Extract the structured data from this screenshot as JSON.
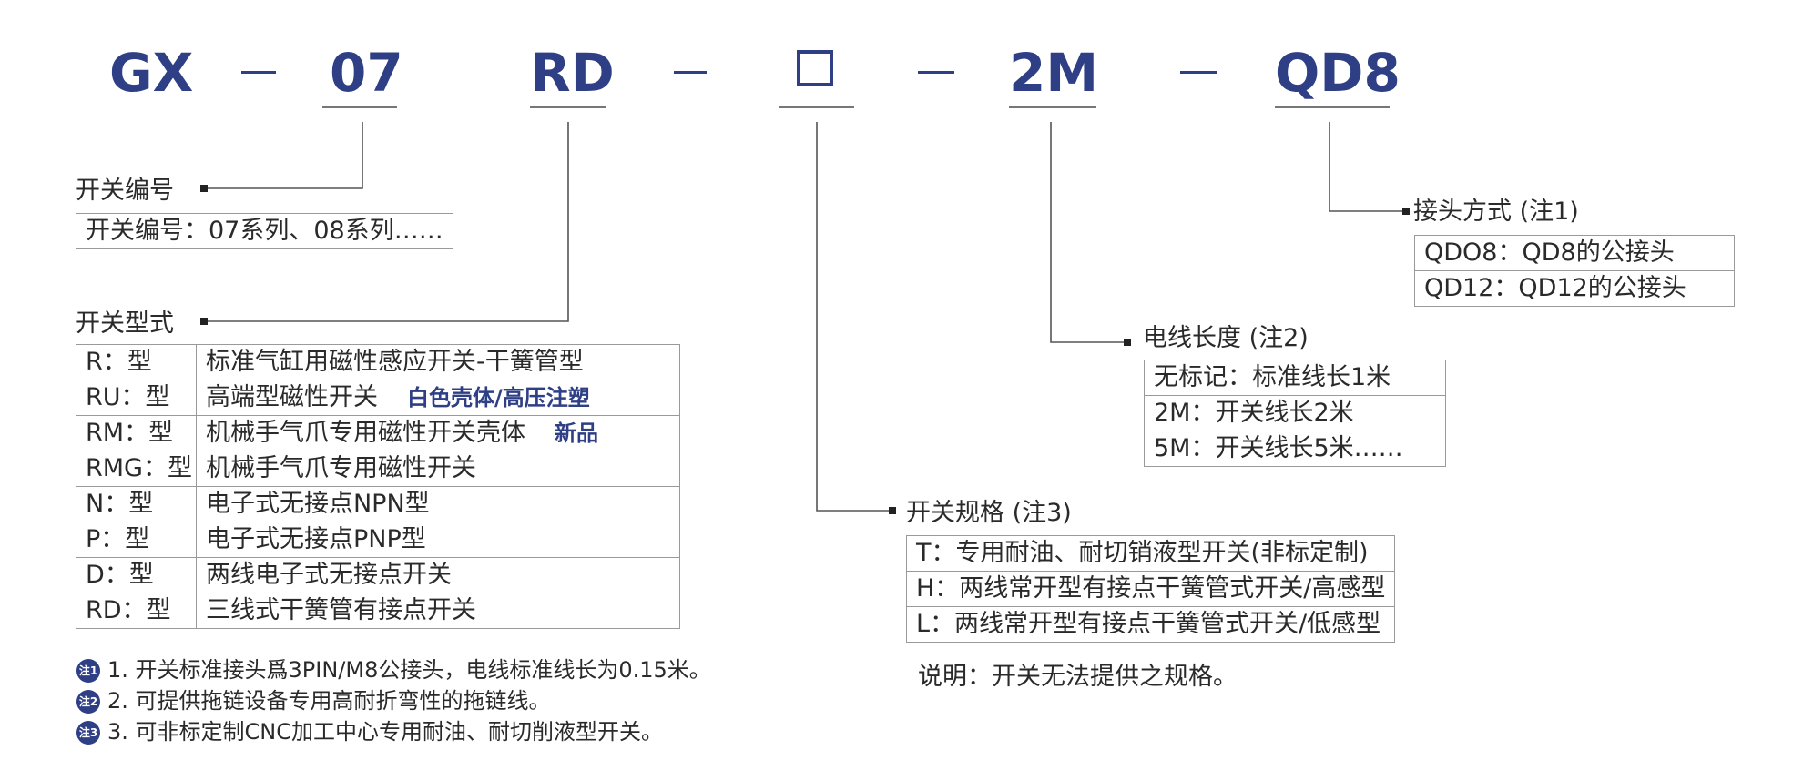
{
  "model_code": {
    "prefix": "GX",
    "series": "07",
    "type": "RD",
    "spec_placeholder": "□",
    "wire": "2M",
    "connector": "QD8",
    "separator": "—"
  },
  "switch_number": {
    "title": "开关编号",
    "desc": "开关编号：07系列、08系列……"
  },
  "switch_type": {
    "title": "开关型式",
    "rows": [
      {
        "key": "R：型",
        "value": "标准气缸用磁性感应开关-干簧管型",
        "tag": ""
      },
      {
        "key": "RU：型",
        "value": "高端型磁性开关",
        "tag": "白色壳体/高压注塑"
      },
      {
        "key": "RM：型",
        "value": "机械手气爪专用磁性开关壳体",
        "tag": "新品"
      },
      {
        "key": "RMG：型",
        "value": "机械手气爪专用磁性开关",
        "tag": ""
      },
      {
        "key": "N：型",
        "value": "电子式无接点NPN型",
        "tag": ""
      },
      {
        "key": "P：型",
        "value": "电子式无接点PNP型",
        "tag": ""
      },
      {
        "key": "D：型",
        "value": "两线电子式无接点开关",
        "tag": ""
      },
      {
        "key": "RD：型",
        "value": "三线式干簧管有接点开关",
        "tag": ""
      }
    ]
  },
  "switch_spec": {
    "title": "开关规格 (注3)",
    "rows": [
      "T：专用耐油、耐切销液型开关(非标定制)",
      "H：两线常开型有接点干簧管式开关/高感型",
      "L：两线常开型有接点干簧管式开关/低感型"
    ],
    "note": "说明：开关无法提供之规格。"
  },
  "wire_length": {
    "title": "电线长度 (注2)",
    "rows": [
      "无标记：标准线长1米",
      "2M：开关线长2米",
      "5M：开关线长5米……"
    ]
  },
  "connector": {
    "title": "接头方式 (注1)",
    "rows": [
      "QDO8：QD8的公接头",
      "QD12：QD12的公接头"
    ]
  },
  "notes": [
    {
      "icon": "注1",
      "text": "1. 开关标准接头爲3PIN/M8公接头，电线标准线长为0.15米。"
    },
    {
      "icon": "注2",
      "text": "2. 可提供拖链设备专用高耐折弯性的拖链线。"
    },
    {
      "icon": "注3",
      "text": "3. 可非标定制CNC加工中心专用耐油、耐切削液型开关。"
    }
  ],
  "colors": {
    "accent": "#2e3f86",
    "text": "#2a2a2a",
    "border": "#9a9a9a"
  }
}
